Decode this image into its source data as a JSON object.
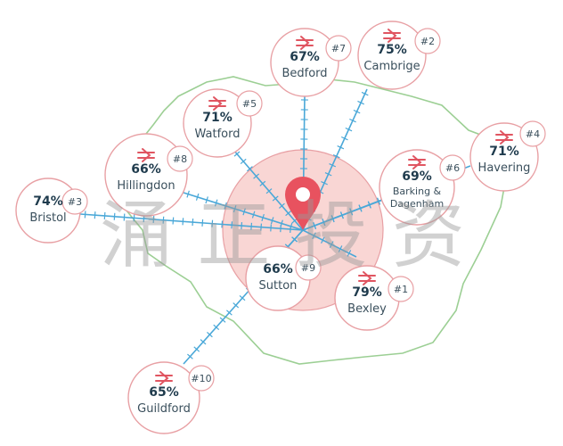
{
  "watermark": "涌正投资",
  "colors": {
    "boundary": "#9ccf94",
    "circle_stroke": "#e8a0a4",
    "circle_fill": "#ffffff",
    "center_fill": "#f9d6d4",
    "route": "#4aa8d8",
    "pin": "#e8525f",
    "rail_icon": "#e05561"
  },
  "hub": {
    "name": "",
    "icon": "map-pin-icon"
  },
  "locations": [
    {
      "id": "bexley",
      "rank": "#1",
      "percent": "79%",
      "name": "Bexley",
      "icon": "national-rail-icon"
    },
    {
      "id": "cambrige",
      "rank": "#2",
      "percent": "75%",
      "name": "Cambrige",
      "icon": "national-rail-icon"
    },
    {
      "id": "bristol",
      "rank": "#3",
      "percent": "74%",
      "name": "Bristol",
      "icon": ""
    },
    {
      "id": "havering",
      "rank": "#4",
      "percent": "71%",
      "name": "Havering",
      "icon": "national-rail-icon"
    },
    {
      "id": "watford",
      "rank": "#5",
      "percent": "71%",
      "name": "Watford",
      "icon": "national-rail-icon"
    },
    {
      "id": "barking",
      "rank": "#6",
      "percent": "69%",
      "name": "Barking &",
      "name2": "Dagenham",
      "icon": "national-rail-icon"
    },
    {
      "id": "bedford",
      "rank": "#7",
      "percent": "67%",
      "name": "Bedford",
      "icon": "national-rail-icon"
    },
    {
      "id": "hillingdon",
      "rank": "#8",
      "percent": "66%",
      "name": "Hillingdon",
      "icon": "national-rail-icon"
    },
    {
      "id": "sutton",
      "rank": "#9",
      "percent": "66%",
      "name": "Sutton",
      "icon": ""
    },
    {
      "id": "guildford",
      "rank": "#10",
      "percent": "65%",
      "name": "Guildford",
      "icon": "national-rail-icon"
    }
  ]
}
